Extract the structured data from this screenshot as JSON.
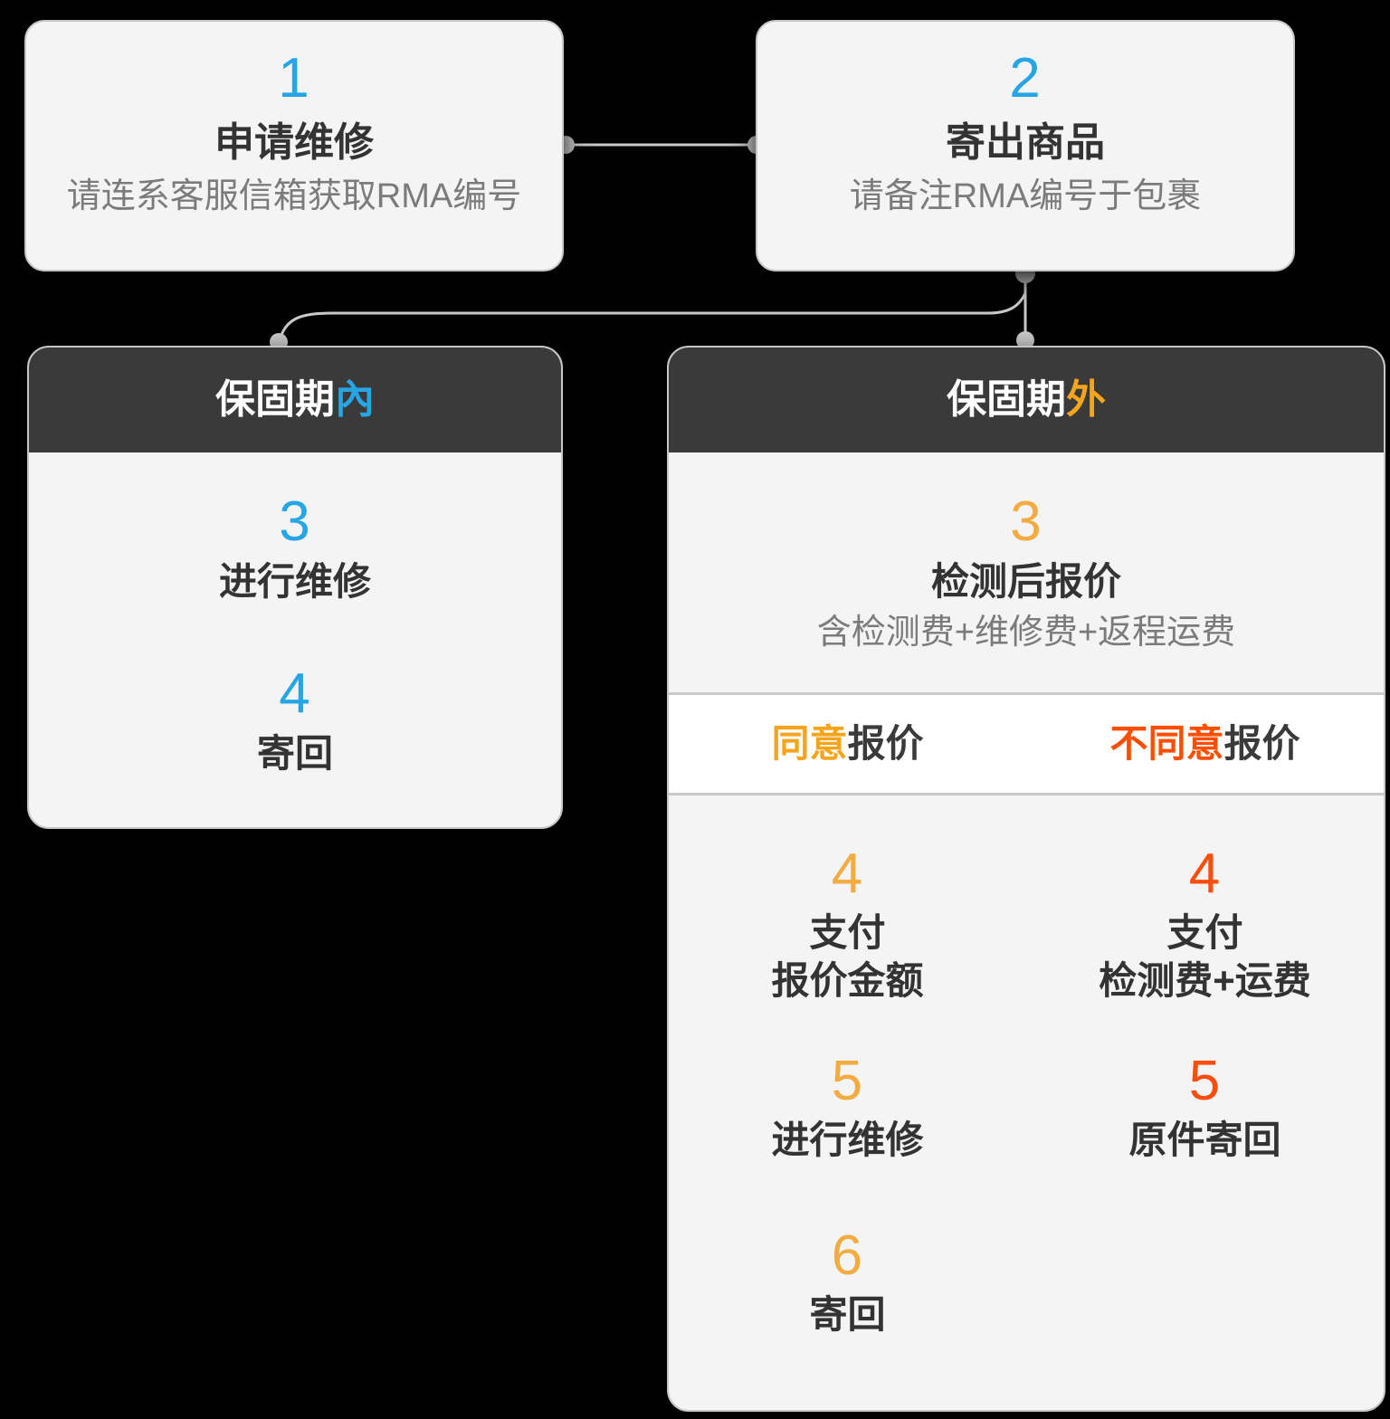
{
  "colors": {
    "background": "#000000",
    "card_bg": "#f4f4f5",
    "header_bg": "#3a3a3a",
    "connector": "#c9c9c9",
    "accent_blue": "#27a5e5",
    "accent_amber": "#f5a51d",
    "accent_orange": "#ff4e00",
    "text_dark": "#333333",
    "text_gray": "#7b7b7b"
  },
  "step1": {
    "number": "1",
    "title": "申请维修",
    "desc": "请连系客服信箱获取RMA编号"
  },
  "step2": {
    "number": "2",
    "title": "寄出商品",
    "desc": "请备注RMA编号于包裹"
  },
  "in_warranty": {
    "header_prefix": "保固期",
    "header_highlight": "內",
    "steps": [
      {
        "number": "3",
        "title": "进行维修"
      },
      {
        "number": "4",
        "title": "寄回"
      }
    ]
  },
  "out_warranty": {
    "header_prefix": "保固期",
    "header_highlight": "外",
    "step3": {
      "number": "3",
      "title": "检测后报价",
      "desc": "含检测费+维修费+返程运费"
    },
    "choice": {
      "agree_highlight": "同意",
      "agree_rest": "报价",
      "disagree_highlight": "不同意",
      "disagree_rest": "报价"
    },
    "agree_steps": [
      {
        "number": "4",
        "line1": "支付",
        "line2": "报价金额"
      },
      {
        "number": "5",
        "line1": "进行维修"
      },
      {
        "number": "6",
        "line1": "寄回"
      }
    ],
    "disagree_steps": [
      {
        "number": "4",
        "line1": "支付",
        "line2": "检测费+运费"
      },
      {
        "number": "5",
        "line1": "原件寄回"
      }
    ]
  }
}
